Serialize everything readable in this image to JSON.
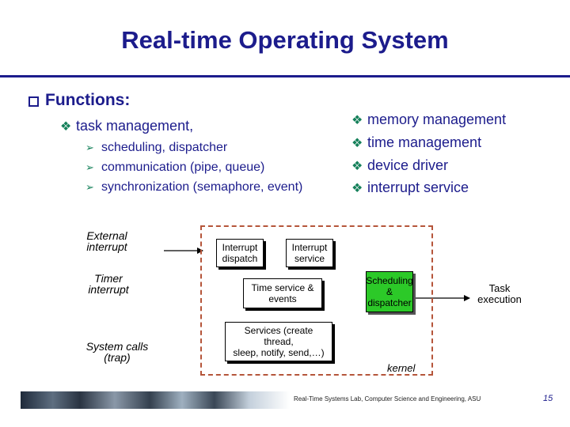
{
  "title": "Real-time Operating System",
  "section": {
    "marker_icon": "hollow-square-bullet-icon",
    "label": "Functions:"
  },
  "left_items": [
    {
      "marker_icon": "diamond-bullet-icon",
      "label": "task management,",
      "subitems": [
        {
          "marker_icon": "arrow-bullet-icon",
          "label": "scheduling, dispatcher"
        },
        {
          "marker_icon": "arrow-bullet-icon",
          "label": "communication (pipe, queue)"
        },
        {
          "marker_icon": "arrow-bullet-icon",
          "label": "synchronization (semaphore, event)"
        }
      ]
    }
  ],
  "right_items": [
    {
      "marker_icon": "diamond-bullet-icon",
      "label": "memory management"
    },
    {
      "marker_icon": "diamond-bullet-icon",
      "label": "time management"
    },
    {
      "marker_icon": "diamond-bullet-icon",
      "label": "device driver"
    },
    {
      "marker_icon": "diamond-bullet-icon",
      "label": "interrupt service"
    }
  ],
  "diagram": {
    "inputs": {
      "external": [
        "External",
        "interrupt"
      ],
      "timer": [
        "Timer",
        "interrupt"
      ],
      "syscalls": [
        "System calls",
        "(trap)"
      ]
    },
    "boxes": {
      "interrupt_dispatch": [
        "Interrupt",
        "dispatch"
      ],
      "interrupt_service": [
        "Interrupt",
        "service"
      ],
      "time_service": [
        "Time service &",
        "events"
      ],
      "services": [
        "Services (create thread,",
        "sleep, notify, send,…)"
      ],
      "scheduling": [
        "Scheduling",
        "&",
        "dispatcher"
      ]
    },
    "output": [
      "Task",
      "execution"
    ],
    "kernel_label": "kernel",
    "colors": {
      "frame": "#b5553a",
      "scheduler_fill": "#2cc928",
      "text_blue": "#1c1c8c",
      "bullet_green": "#15805a"
    }
  },
  "footer": {
    "text": "Real-Time Systems Lab, Computer Science and Engineering, ASU",
    "page": "15"
  }
}
